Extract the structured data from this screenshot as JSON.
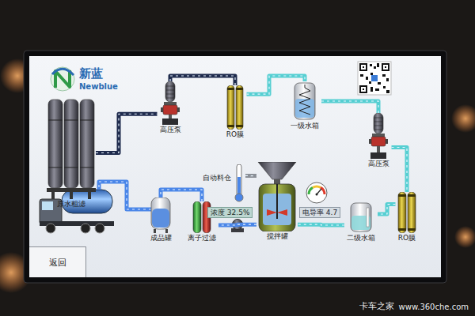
{
  "diagram": {
    "nodes": [
      {
        "text": [
          "原水粗滤"
        ]
      },
      {
        "text": [
          "高压泵"
        ]
      },
      {
        "text": [
          "RO膜"
        ]
      },
      {
        "text": [
          "一级水箱"
        ]
      },
      {
        "text": [
          "高压泵"
        ]
      },
      {
        "text": [
          "RO膜"
        ]
      },
      {
        "text": [
          "二级水箱"
        ]
      },
      {
        "text": [
          "搅拌罐"
        ]
      },
      {
        "text": [
          "自动料仓"
        ]
      },
      {
        "text": [
          "离子过滤"
        ]
      },
      {
        "text": [
          "成品罐"
        ]
      },
      {
        "text": [
          "返回"
        ]
      }
    ],
    "edges": [
      {
        "from": 0,
        "to": 1,
        "arrow": "none"
      },
      {
        "from": 1,
        "to": 2,
        "arrow": "none"
      },
      {
        "from": 2,
        "to": 3,
        "arrow": "none"
      },
      {
        "from": 3,
        "to": 4,
        "arrow": "none"
      },
      {
        "from": 4,
        "to": 5,
        "arrow": "none"
      },
      {
        "from": 5,
        "to": 6,
        "arrow": "none"
      },
      {
        "from": 6,
        "to": 7,
        "arrow": "none"
      },
      {
        "from": 8,
        "to": 7,
        "arrow": "none"
      },
      {
        "from": 7,
        "to": 9,
        "arrow": "none"
      },
      {
        "from": 9,
        "to": 10,
        "arrow": "none"
      }
    ],
    "labels": [
      "新蓝",
      "Newblue",
      "浓度 32.5%",
      "电导率 4.7",
      "卡车之家",
      "www.360che.com"
    ]
  }
}
